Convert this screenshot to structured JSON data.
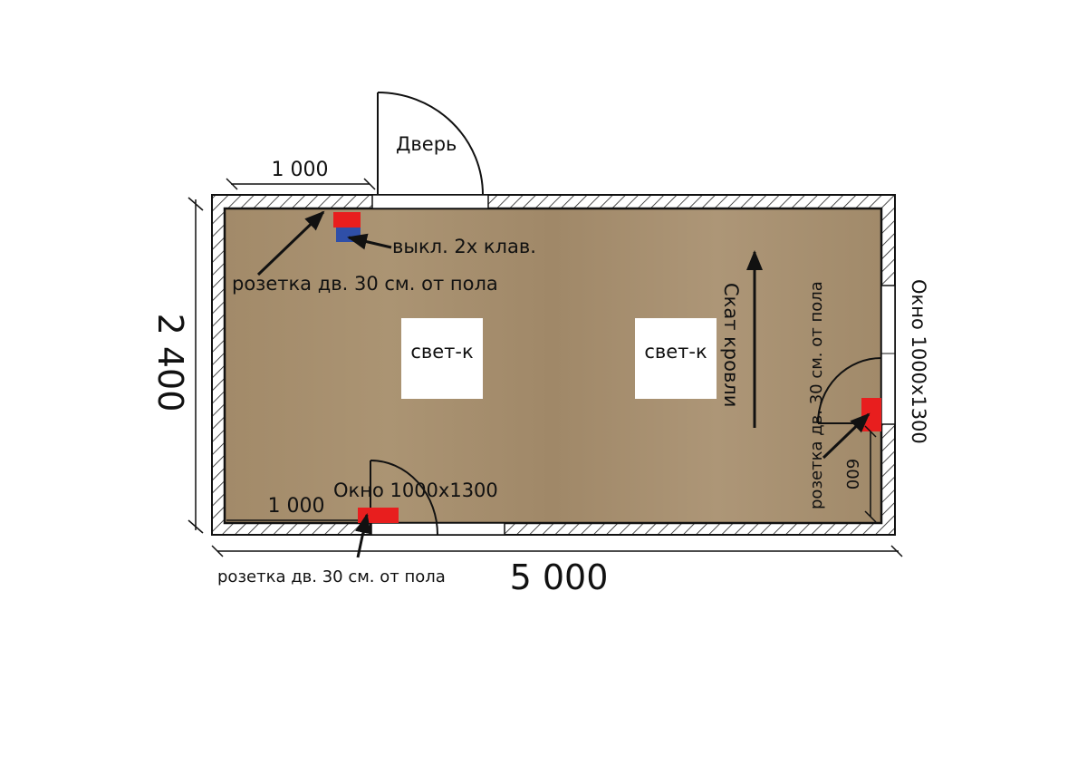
{
  "plan": {
    "door_label": "Дверь",
    "top_dimension": "1 000",
    "left_dimension": "2 400",
    "bottom_dimension": "5 000",
    "bottom_inner_dimension": "1 000",
    "right_inner_dimension": "600",
    "switch_label": "выкл. 2х клав.",
    "socket_top_label": "розетка дв. 30 см. от пола",
    "socket_bottom_label": "розетка дв. 30 см. от пола",
    "socket_right_label": "розетка дв. 30 см. от пола",
    "window_bottom_label": "Окно 1000х1300",
    "window_right_label": "Окно 1000х1300",
    "light_1_label": "свет-к",
    "light_2_label": "свет-к",
    "roof_slope_label": "Скат кровли"
  },
  "colors": {
    "floor": "#a48d6c",
    "socket": "#e81e1e",
    "switch": "#2f4fa8",
    "wall_line": "#111111"
  }
}
